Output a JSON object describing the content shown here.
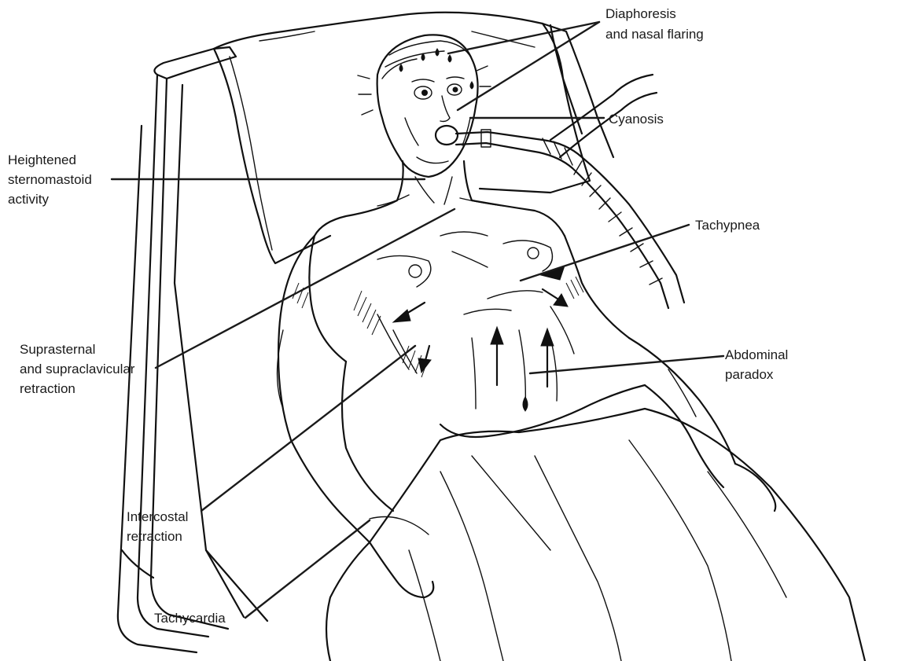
{
  "labels": {
    "diaphoresis_line1": "Diaphoresis",
    "diaphoresis_line2": "and nasal flaring",
    "cyanosis": "Cyanosis",
    "sternomastoid_line1": "Heightened",
    "sternomastoid_line2": "sternomastoid",
    "sternomastoid_line3": "activity",
    "tachypnea": "Tachypnea",
    "suprasternal_line1": "Suprasternal",
    "suprasternal_line2": "and supraclavicular",
    "suprasternal_line3": "retraction",
    "abdominal_line1": "Abdominal",
    "abdominal_line2": "paradox",
    "intercostal_line1": "Intercostal",
    "intercostal_line2": "retraction",
    "tachycardia": "Tachycardia"
  },
  "illustration": {
    "subject": "patient-in-bed-respiratory-distress",
    "style": "black-and-white line drawing",
    "ink_color": "#111111",
    "background_color": "#ffffff"
  }
}
